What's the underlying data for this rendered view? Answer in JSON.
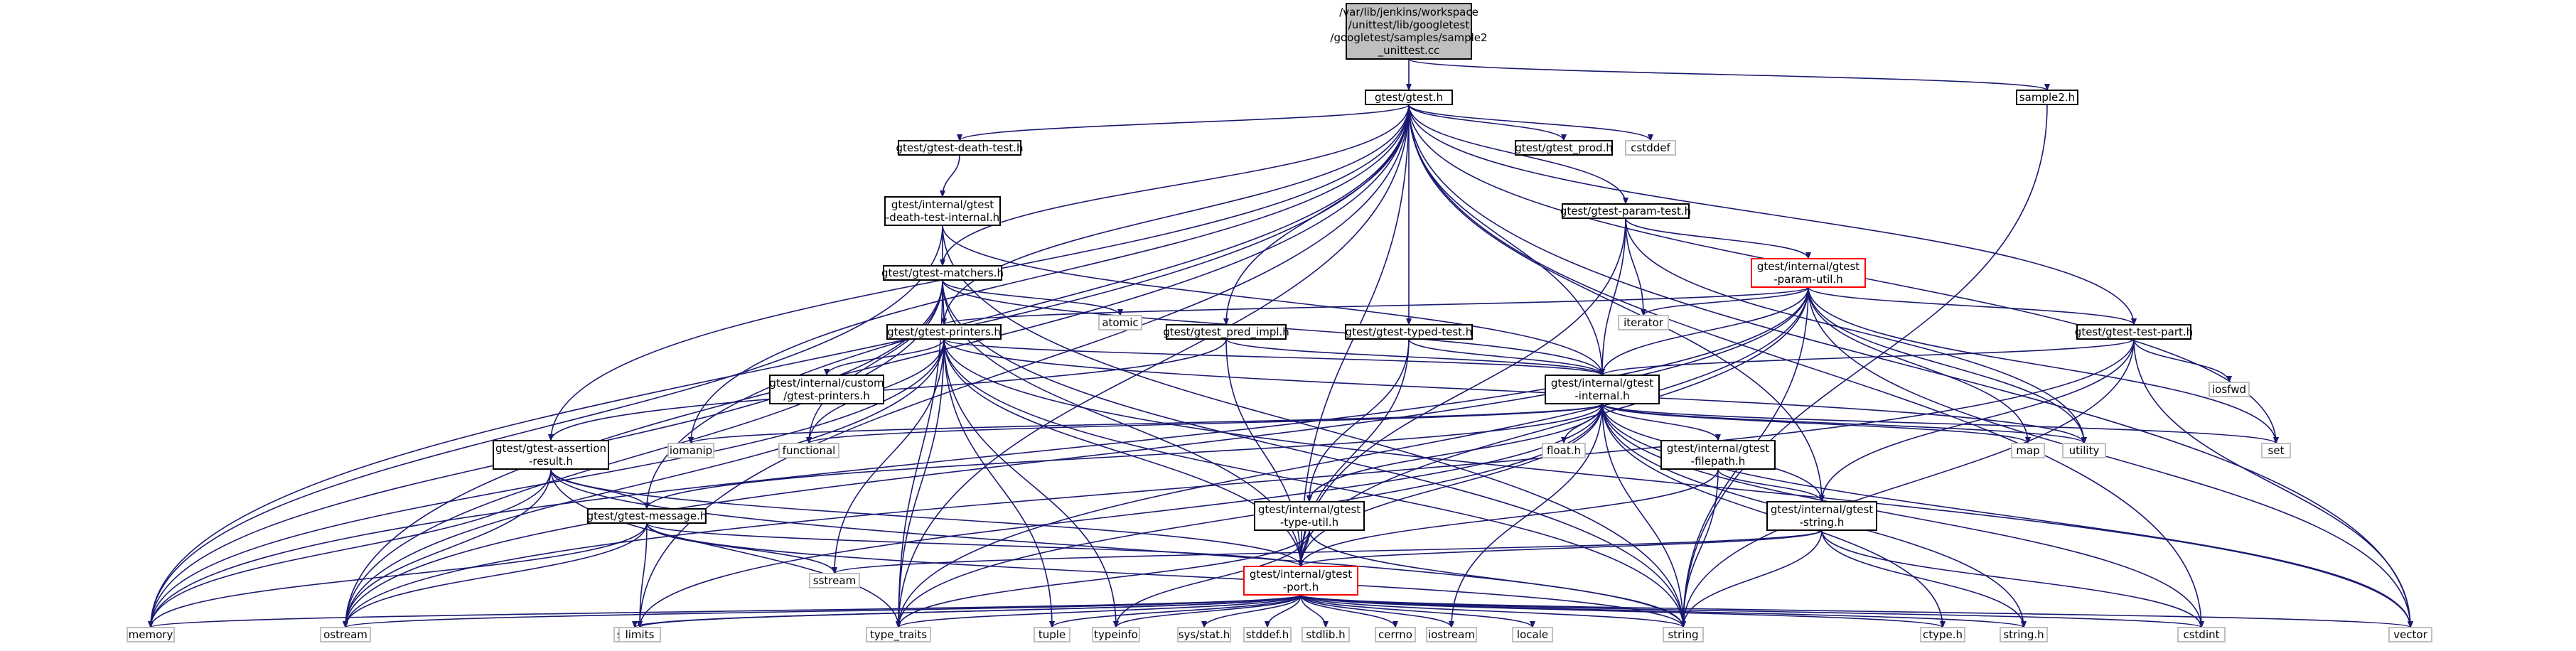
{
  "colors": {
    "edge": "#191970",
    "border_default": "#000000",
    "border_truncated": "#ff0000",
    "fill_root": "#bfbfbf",
    "fill_node": "#ffffff",
    "text": "#000000"
  },
  "nodes": [
    {
      "id": "root",
      "label_lines": [
        "/var/lib/jenkins/workspace",
        "/unittest/lib/googletest",
        "/googletest/samples/sample2",
        "_unittest.cc"
      ],
      "style": "root"
    },
    {
      "id": "gtest_h",
      "label_lines": [
        "gtest/gtest.h"
      ],
      "style": "box"
    },
    {
      "id": "sample2_h",
      "label_lines": [
        "sample2.h"
      ],
      "style": "box"
    },
    {
      "id": "death_test_h",
      "label_lines": [
        "gtest/gtest-death-test.h"
      ],
      "style": "box"
    },
    {
      "id": "gtest_prod_h",
      "label_lines": [
        "gtest/gtest_prod.h"
      ],
      "style": "box"
    },
    {
      "id": "cstddef",
      "label_lines": [
        "cstddef"
      ],
      "style": "plain"
    },
    {
      "id": "death_internal_h",
      "label_lines": [
        "gtest/internal/gtest",
        "-death-test-internal.h"
      ],
      "style": "box"
    },
    {
      "id": "param_test_h",
      "label_lines": [
        "gtest/gtest-param-test.h"
      ],
      "style": "box"
    },
    {
      "id": "matchers_h",
      "label_lines": [
        "gtest/gtest-matchers.h"
      ],
      "style": "box"
    },
    {
      "id": "param_util_h",
      "label_lines": [
        "gtest/internal/gtest",
        "-param-util.h"
      ],
      "style": "truncated"
    },
    {
      "id": "atomic",
      "label_lines": [
        "atomic"
      ],
      "style": "plain"
    },
    {
      "id": "iterator",
      "label_lines": [
        "iterator"
      ],
      "style": "plain"
    },
    {
      "id": "printers_h",
      "label_lines": [
        "gtest/gtest-printers.h"
      ],
      "style": "box"
    },
    {
      "id": "pred_impl_h",
      "label_lines": [
        "gtest/gtest_pred_impl.h"
      ],
      "style": "box"
    },
    {
      "id": "typed_test_h",
      "label_lines": [
        "gtest/gtest-typed-test.h"
      ],
      "style": "box"
    },
    {
      "id": "test_part_h",
      "label_lines": [
        "gtest/gtest-test-part.h"
      ],
      "style": "box"
    },
    {
      "id": "custom_printers_h",
      "label_lines": [
        "gtest/internal/custom",
        "/gtest-printers.h"
      ],
      "style": "box"
    },
    {
      "id": "internal_h",
      "label_lines": [
        "gtest/internal/gtest",
        "-internal.h"
      ],
      "style": "box"
    },
    {
      "id": "iosfwd",
      "label_lines": [
        "iosfwd"
      ],
      "style": "plain"
    },
    {
      "id": "iomanip",
      "label_lines": [
        "iomanip"
      ],
      "style": "plain"
    },
    {
      "id": "functional",
      "label_lines": [
        "functional"
      ],
      "style": "plain"
    },
    {
      "id": "float_h",
      "label_lines": [
        "float.h"
      ],
      "style": "plain"
    },
    {
      "id": "map",
      "label_lines": [
        "map"
      ],
      "style": "plain"
    },
    {
      "id": "utility",
      "label_lines": [
        "utility"
      ],
      "style": "plain"
    },
    {
      "id": "set",
      "label_lines": [
        "set"
      ],
      "style": "plain"
    },
    {
      "id": "assertion_result_h",
      "label_lines": [
        "gtest/gtest-assertion",
        "-result.h"
      ],
      "style": "box"
    },
    {
      "id": "filepath_h",
      "label_lines": [
        "gtest/internal/gtest",
        "-filepath.h"
      ],
      "style": "box"
    },
    {
      "id": "message_h",
      "label_lines": [
        "gtest/gtest-message.h"
      ],
      "style": "box"
    },
    {
      "id": "type_util_h",
      "label_lines": [
        "gtest/internal/gtest",
        "-type-util.h"
      ],
      "style": "box"
    },
    {
      "id": "string_h_internal",
      "label_lines": [
        "gtest/internal/gtest",
        "-string.h"
      ],
      "style": "box"
    },
    {
      "id": "sstream",
      "label_lines": [
        "sstream"
      ],
      "style": "plain"
    },
    {
      "id": "port_h",
      "label_lines": [
        "gtest/internal/gtest",
        "-port.h"
      ],
      "style": "truncated"
    },
    {
      "id": "memory",
      "label_lines": [
        "memory"
      ],
      "style": "plain"
    },
    {
      "id": "ostream",
      "label_lines": [
        "ostream"
      ],
      "style": "plain"
    },
    {
      "id": "stdio_h",
      "label_lines": [
        "stdio.h"
      ],
      "style": "plain"
    },
    {
      "id": "limits",
      "label_lines": [
        "limits"
      ],
      "style": "plain"
    },
    {
      "id": "type_traits",
      "label_lines": [
        "type_traits"
      ],
      "style": "plain"
    },
    {
      "id": "tuple",
      "label_lines": [
        "tuple"
      ],
      "style": "plain"
    },
    {
      "id": "typeinfo",
      "label_lines": [
        "typeinfo"
      ],
      "style": "plain"
    },
    {
      "id": "sys_stat_h",
      "label_lines": [
        "sys/stat.h"
      ],
      "style": "plain"
    },
    {
      "id": "stddef_h",
      "label_lines": [
        "stddef.h"
      ],
      "style": "plain"
    },
    {
      "id": "stdlib_h",
      "label_lines": [
        "stdlib.h"
      ],
      "style": "plain"
    },
    {
      "id": "cerrno",
      "label_lines": [
        "cerrno"
      ],
      "style": "plain"
    },
    {
      "id": "iostream",
      "label_lines": [
        "iostream"
      ],
      "style": "plain"
    },
    {
      "id": "locale",
      "label_lines": [
        "locale"
      ],
      "style": "plain"
    },
    {
      "id": "string",
      "label_lines": [
        "string"
      ],
      "style": "plain"
    },
    {
      "id": "ctype_h",
      "label_lines": [
        "ctype.h"
      ],
      "style": "plain"
    },
    {
      "id": "string_h",
      "label_lines": [
        "string.h"
      ],
      "style": "plain"
    },
    {
      "id": "cstdint",
      "label_lines": [
        "cstdint"
      ],
      "style": "plain"
    },
    {
      "id": "vector",
      "label_lines": [
        "vector"
      ],
      "style": "plain"
    }
  ],
  "edges": [
    [
      "root",
      "gtest_h"
    ],
    [
      "root",
      "sample2_h"
    ],
    [
      "sample2_h",
      "string"
    ],
    [
      "gtest_h",
      "death_test_h"
    ],
    [
      "gtest_h",
      "gtest_prod_h"
    ],
    [
      "gtest_h",
      "cstddef"
    ],
    [
      "gtest_h",
      "param_test_h"
    ],
    [
      "gtest_h",
      "matchers_h"
    ],
    [
      "gtest_h",
      "printers_h"
    ],
    [
      "gtest_h",
      "pred_impl_h"
    ],
    [
      "gtest_h",
      "typed_test_h"
    ],
    [
      "gtest_h",
      "test_part_h"
    ],
    [
      "gtest_h",
      "internal_h"
    ],
    [
      "gtest_h",
      "assertion_result_h"
    ],
    [
      "gtest_h",
      "message_h"
    ],
    [
      "gtest_h",
      "string_h_internal"
    ],
    [
      "gtest_h",
      "port_h"
    ],
    [
      "gtest_h",
      "memory"
    ],
    [
      "gtest_h",
      "ostream"
    ],
    [
      "gtest_h",
      "limits"
    ],
    [
      "gtest_h",
      "type_traits"
    ],
    [
      "gtest_h",
      "iomanip"
    ],
    [
      "gtest_h",
      "set"
    ],
    [
      "gtest_h",
      "cstdint"
    ],
    [
      "gtest_h",
      "vector"
    ],
    [
      "death_test_h",
      "death_internal_h"
    ],
    [
      "death_internal_h",
      "matchers_h"
    ],
    [
      "death_internal_h",
      "internal_h"
    ],
    [
      "death_internal_h",
      "memory"
    ],
    [
      "death_internal_h",
      "string"
    ],
    [
      "param_test_h",
      "param_util_h"
    ],
    [
      "param_test_h",
      "iterator"
    ],
    [
      "param_test_h",
      "internal_h"
    ],
    [
      "param_test_h",
      "port_h"
    ],
    [
      "param_test_h",
      "utility"
    ],
    [
      "matchers_h",
      "atomic"
    ],
    [
      "matchers_h",
      "printers_h"
    ],
    [
      "matchers_h",
      "internal_h"
    ],
    [
      "matchers_h",
      "port_h"
    ],
    [
      "matchers_h",
      "functional"
    ],
    [
      "matchers_h",
      "memory"
    ],
    [
      "matchers_h",
      "ostream"
    ],
    [
      "matchers_h",
      "string"
    ],
    [
      "matchers_h",
      "type_traits"
    ],
    [
      "param_util_h",
      "iterator"
    ],
    [
      "param_util_h",
      "printers_h"
    ],
    [
      "param_util_h",
      "test_part_h"
    ],
    [
      "param_util_h",
      "internal_h"
    ],
    [
      "param_util_h",
      "map"
    ],
    [
      "param_util_h",
      "utility"
    ],
    [
      "param_util_h",
      "set"
    ],
    [
      "param_util_h",
      "port_h"
    ],
    [
      "param_util_h",
      "memory"
    ],
    [
      "param_util_h",
      "ostream"
    ],
    [
      "param_util_h",
      "vector"
    ],
    [
      "param_util_h",
      "type_traits"
    ],
    [
      "param_util_h",
      "string"
    ],
    [
      "printers_h",
      "custom_printers_h"
    ],
    [
      "printers_h",
      "internal_h"
    ],
    [
      "printers_h",
      "port_h"
    ],
    [
      "printers_h",
      "functional"
    ],
    [
      "printers_h",
      "memory"
    ],
    [
      "printers_h",
      "ostream"
    ],
    [
      "printers_h",
      "sstream"
    ],
    [
      "printers_h",
      "tuple"
    ],
    [
      "printers_h",
      "typeinfo"
    ],
    [
      "printers_h",
      "type_traits"
    ],
    [
      "printers_h",
      "utility"
    ],
    [
      "printers_h",
      "vector"
    ],
    [
      "printers_h",
      "string"
    ],
    [
      "pred_impl_h",
      "assertion_result_h"
    ],
    [
      "pred_impl_h",
      "internal_h"
    ],
    [
      "pred_impl_h",
      "port_h"
    ],
    [
      "typed_test_h",
      "internal_h"
    ],
    [
      "typed_test_h",
      "port_h"
    ],
    [
      "typed_test_h",
      "type_util_h"
    ],
    [
      "test_part_h",
      "iosfwd"
    ],
    [
      "test_part_h",
      "internal_h"
    ],
    [
      "test_part_h",
      "string_h_internal"
    ],
    [
      "test_part_h",
      "ostream"
    ],
    [
      "test_part_h",
      "string"
    ],
    [
      "test_part_h",
      "vector"
    ],
    [
      "internal_h",
      "iomanip"
    ],
    [
      "internal_h",
      "functional"
    ],
    [
      "internal_h",
      "float_h"
    ],
    [
      "internal_h",
      "map"
    ],
    [
      "internal_h",
      "utility"
    ],
    [
      "internal_h",
      "set"
    ],
    [
      "internal_h",
      "filepath_h"
    ],
    [
      "internal_h",
      "message_h"
    ],
    [
      "internal_h",
      "type_util_h"
    ],
    [
      "internal_h",
      "string_h_internal"
    ],
    [
      "internal_h",
      "port_h"
    ],
    [
      "internal_h",
      "ctype_h"
    ],
    [
      "internal_h",
      "string_h"
    ],
    [
      "internal_h",
      "cstdint"
    ],
    [
      "internal_h",
      "limits"
    ],
    [
      "internal_h",
      "type_traits"
    ],
    [
      "internal_h",
      "vector"
    ],
    [
      "internal_h",
      "string"
    ],
    [
      "internal_h",
      "iostream"
    ],
    [
      "assertion_result_h",
      "message_h"
    ],
    [
      "assertion_result_h",
      "port_h"
    ],
    [
      "assertion_result_h",
      "memory"
    ],
    [
      "assertion_result_h",
      "ostream"
    ],
    [
      "assertion_result_h",
      "type_traits"
    ],
    [
      "assertion_result_h",
      "string"
    ],
    [
      "filepath_h",
      "string_h_internal"
    ],
    [
      "filepath_h",
      "port_h"
    ],
    [
      "filepath_h",
      "string"
    ],
    [
      "message_h",
      "sstream"
    ],
    [
      "message_h",
      "port_h"
    ],
    [
      "message_h",
      "memory"
    ],
    [
      "message_h",
      "ostream"
    ],
    [
      "message_h",
      "limits"
    ],
    [
      "message_h",
      "string"
    ],
    [
      "type_util_h",
      "port_h"
    ],
    [
      "type_util_h",
      "typeinfo"
    ],
    [
      "type_util_h",
      "type_traits"
    ],
    [
      "type_util_h",
      "string"
    ],
    [
      "string_h_internal",
      "sstream"
    ],
    [
      "string_h_internal",
      "port_h"
    ],
    [
      "string_h_internal",
      "string_h"
    ],
    [
      "string_h_internal",
      "cstdint"
    ],
    [
      "string_h_internal",
      "string"
    ],
    [
      "port_h",
      "memory"
    ],
    [
      "port_h",
      "ostream"
    ],
    [
      "port_h",
      "stdio_h"
    ],
    [
      "port_h",
      "limits"
    ],
    [
      "port_h",
      "type_traits"
    ],
    [
      "port_h",
      "tuple"
    ],
    [
      "port_h",
      "typeinfo"
    ],
    [
      "port_h",
      "sys_stat_h"
    ],
    [
      "port_h",
      "stddef_h"
    ],
    [
      "port_h",
      "stdlib_h"
    ],
    [
      "port_h",
      "cerrno"
    ],
    [
      "port_h",
      "iostream"
    ],
    [
      "port_h",
      "locale"
    ],
    [
      "port_h",
      "string"
    ],
    [
      "port_h",
      "ctype_h"
    ],
    [
      "port_h",
      "string_h"
    ],
    [
      "port_h",
      "cstdint"
    ],
    [
      "port_h",
      "vector"
    ]
  ]
}
